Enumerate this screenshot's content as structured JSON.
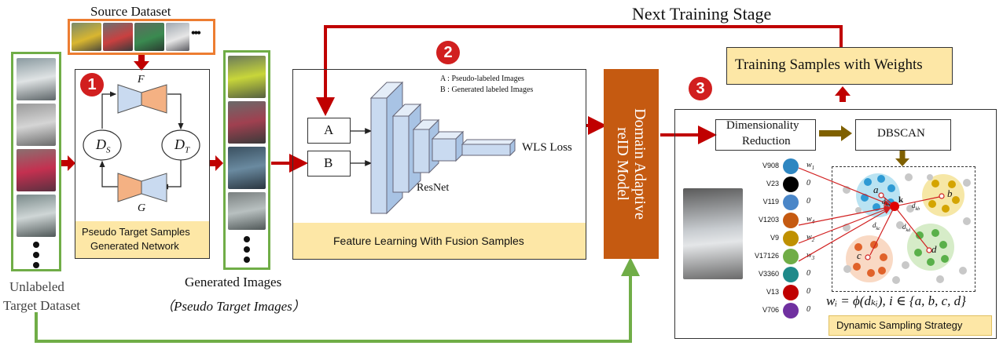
{
  "source_dataset": {
    "label": "Source Dataset",
    "ellipsis": "•••"
  },
  "next_training_stage": "Next Training Stage",
  "unlabeled_target": {
    "label_line1": "Unlabeled",
    "label_line2": "Target Dataset"
  },
  "generator": {
    "badge": "1",
    "f_label": "F",
    "g_label": "G",
    "ds_label": "D",
    "ds_sub": "S",
    "dt_label": "D",
    "dt_sub": "T",
    "caption_line1": "Pseudo Target Samples",
    "caption_line2": "Generated Network"
  },
  "generated_images": {
    "label_line1": "Generated Images",
    "label_line2": "（Pseudo Target Images）"
  },
  "feature_learning": {
    "badge": "2",
    "legend_a": "A : Pseudo-labeled Images",
    "legend_b": "B : Generated labeled Images",
    "input_a": "A",
    "input_b": "B",
    "resnet": "ResNet",
    "wls_loss": "WLS Loss",
    "caption": "Feature Learning With Fusion Samples"
  },
  "reid_model": {
    "line1": "Domain Adaptive",
    "line2": "reID Model"
  },
  "training_samples": "Training Samples with Weights",
  "sampling": {
    "badge": "3",
    "dim_reduction_line1": "Dimensionality",
    "dim_reduction_line2": "Reduction",
    "dbscan": "DBSCAN",
    "ids": [
      {
        "id": "V908",
        "val": "",
        "w": "w",
        "wsub": "1",
        "color": "#2e86c1"
      },
      {
        "id": "V23",
        "val": "0",
        "color": "#000000"
      },
      {
        "id": "V119",
        "val": "0",
        "color": "#4a86c8"
      },
      {
        "id": "V1203",
        "val": "",
        "w": "w",
        "wsub": "4",
        "color": "#c55a11"
      },
      {
        "id": "V9",
        "val": "",
        "w": "w",
        "wsub": "2",
        "color": "#bf9000"
      },
      {
        "id": "V17126",
        "val": "",
        "w": "w",
        "wsub": "3",
        "color": "#70ad47"
      },
      {
        "id": "V3360",
        "val": "0",
        "color": "#1f8a8a"
      },
      {
        "id": "V13",
        "val": "0",
        "color": "#c00000"
      },
      {
        "id": "V706",
        "val": "0",
        "color": "#7030a0"
      }
    ],
    "cluster_a": "a",
    "cluster_b": "b",
    "cluster_c": "c",
    "cluster_d": "d",
    "center_k": "k",
    "d_ka": "d",
    "d_ka_sub": "ka",
    "d_kb": "d",
    "d_kb_sub": "kb",
    "d_kc": "d",
    "d_kc_sub": "kc",
    "d_kd": "d",
    "d_kd_sub": "kd",
    "formula": "wᵢ = ϕ(dₖᵢ), i ∈ {a, b, c, d}",
    "caption": "Dynamic Sampling Strategy"
  },
  "colors": {
    "red": "#c00000",
    "green": "#70ad47",
    "orange": "#ed7d31",
    "reid": "#c55a11",
    "band": "#fde7a6",
    "blue_net": "#c9daf0",
    "peach": "#f4b183"
  }
}
